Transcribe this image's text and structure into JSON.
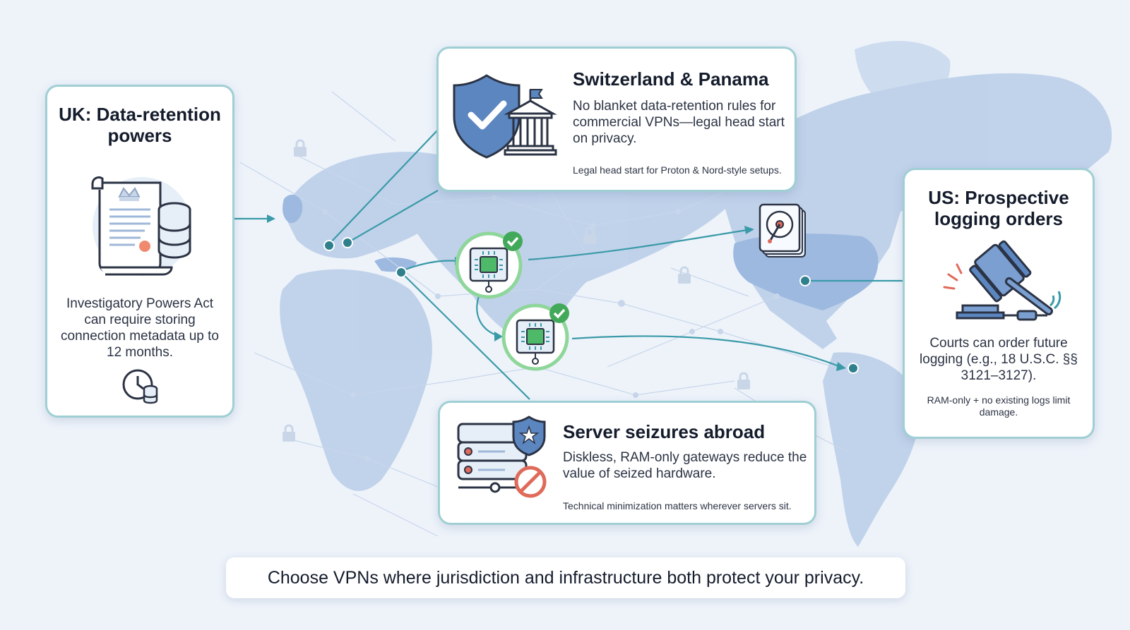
{
  "colors": {
    "background": "#eef3fa",
    "land": "#b9cde8",
    "card_border": "#9fcfd4",
    "accent_teal": "#3a9aa8",
    "check_green": "#43a95a",
    "node_ring": "#8fd69b",
    "shield_blue": "#5b86c0",
    "alert_red": "#e06a5a"
  },
  "uk_card": {
    "title": "UK: Data-retention powers",
    "icon": "document-with-crown-icon",
    "text": "Investigatory Powers Act can require storing connection metadata up to 12 months.",
    "footer_icon": "clock-database-icon"
  },
  "swiss_card": {
    "title": "Switzerland & Panama",
    "icon": "shield-check-courthouse-icon",
    "text": "No blanket data-retention rules for commercial VPNs—legal head start on privacy.",
    "note": "Legal head start for Proton & Nord-style setups."
  },
  "us_card": {
    "title": "US: Prospective logging orders",
    "icon": "gavel-icon",
    "text": "Courts can order future logging (e.g., 18 U.S.C. §§ 3121–3127).",
    "note": "RAM-only + no existing logs limit damage."
  },
  "seizure_card": {
    "title": "Server seizures abroad",
    "icon": "server-badge-blocked-icon",
    "text": "Diskless, RAM-only gateways reduce the value of seized hardware.",
    "note": "Technical minimization matters wherever servers sit."
  },
  "footer": {
    "text": "Choose VPNs where jurisdiction and infrastructure both protect your privacy."
  }
}
